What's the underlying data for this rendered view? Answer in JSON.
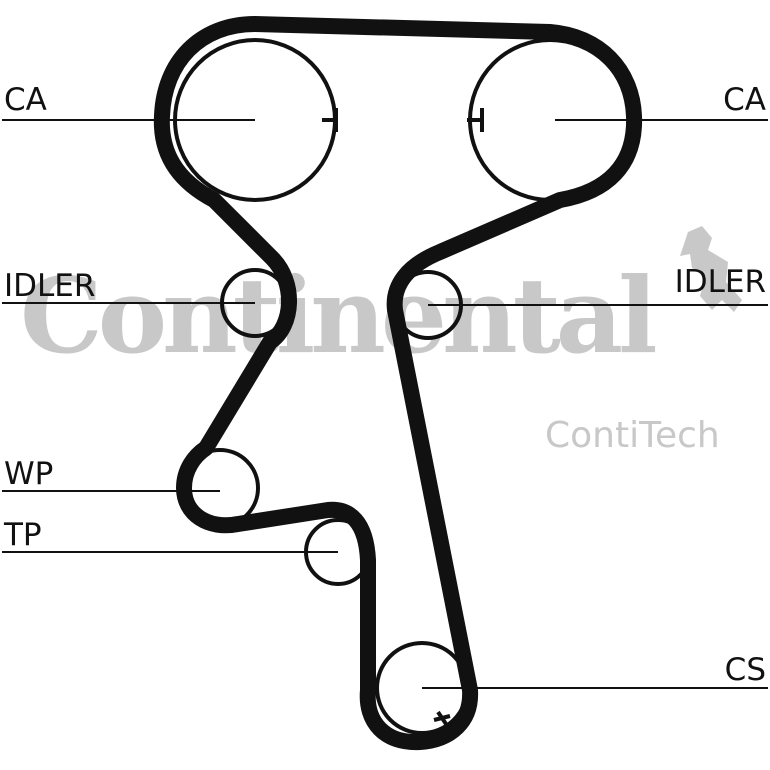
{
  "watermark": {
    "brand": "Continental",
    "sub_brand": "ContiTech",
    "color": "#c8c8c8"
  },
  "labels": {
    "ca_left": "CA",
    "ca_right": "CA",
    "idler_left": "IDLER",
    "idler_right": "IDLER",
    "wp": "WP",
    "tp": "TP",
    "cs": "CS"
  },
  "colors": {
    "belt": "#111111",
    "pulley": "#111111",
    "leader": "#111111",
    "background": "#ffffff"
  }
}
